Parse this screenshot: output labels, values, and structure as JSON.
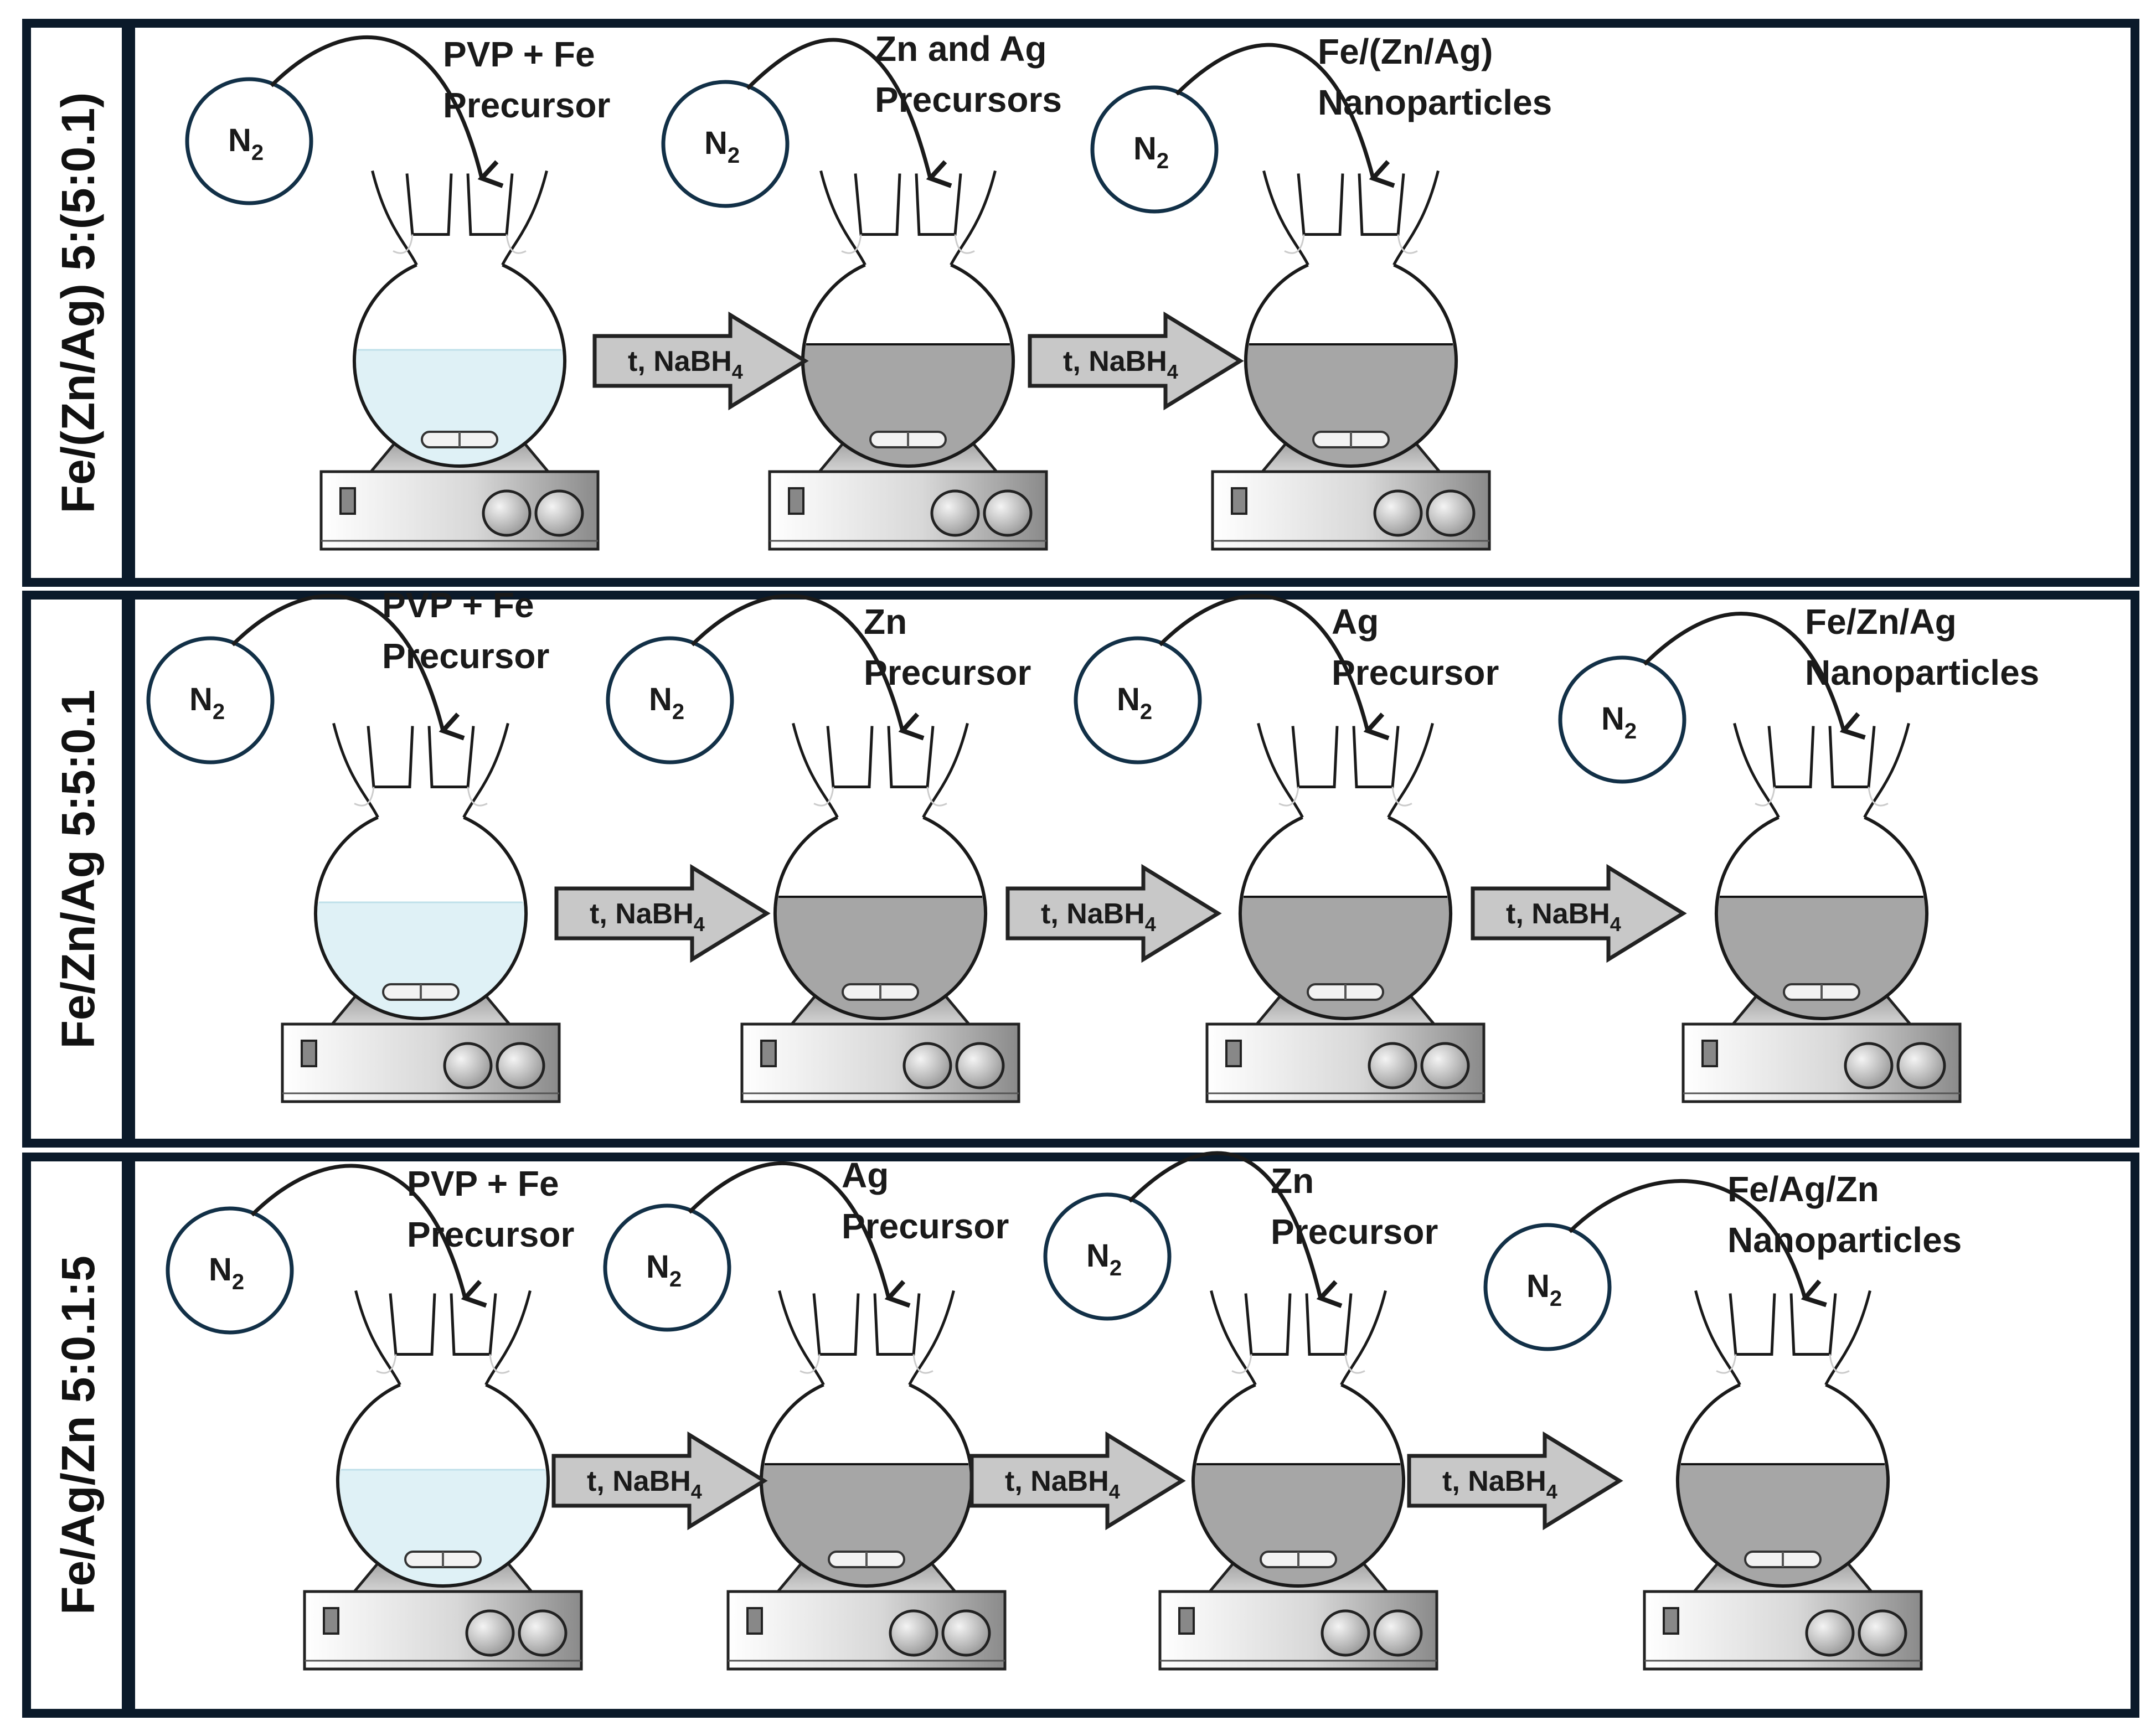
{
  "colors": {
    "frame": "#0b1a2a",
    "circle_stroke": "#123047",
    "liquid_clear": "#dff1f6",
    "liquid_gray": "#a6a6a6",
    "arrow_fill": "#c8c8c8"
  },
  "gas_label": "N",
  "gas_subscript": "2",
  "arrow_text": "t, NaBH",
  "arrow_subscript": "4",
  "rows": [
    {
      "side_label": "Fe/(Zn/Ag) 5:(5:0.1)",
      "steps": [
        {
          "line1": "PVP + Fe",
          "line2": "Precursor",
          "liquid": "clear"
        },
        {
          "line1": "Zn and Ag",
          "line2": "Precursors",
          "liquid": "gray"
        },
        {
          "line1": "Fe/(Zn/Ag)",
          "line2": "Nanoparticles",
          "liquid": "gray"
        }
      ]
    },
    {
      "side_label": "Fe/Zn/Ag 5:5:0.1",
      "steps": [
        {
          "line1": "PVP + Fe",
          "line2": "Precursor",
          "liquid": "clear"
        },
        {
          "line1": "Zn",
          "line2": "Precursor",
          "liquid": "gray"
        },
        {
          "line1": "Ag",
          "line2": "Precursor",
          "liquid": "gray"
        },
        {
          "line1": "Fe/Zn/Ag",
          "line2": "Nanoparticles",
          "liquid": "gray"
        }
      ]
    },
    {
      "side_label": "Fe/Ag/Zn 5:0.1:5",
      "steps": [
        {
          "line1": "PVP + Fe",
          "line2": "Precursor",
          "liquid": "clear"
        },
        {
          "line1": "Ag",
          "line2": "Precursor",
          "liquid": "gray"
        },
        {
          "line1": "Zn",
          "line2": "Precursor",
          "liquid": "gray"
        },
        {
          "line1": "Fe/Ag/Zn",
          "line2": "Nanoparticles",
          "liquid": "gray"
        }
      ]
    }
  ]
}
